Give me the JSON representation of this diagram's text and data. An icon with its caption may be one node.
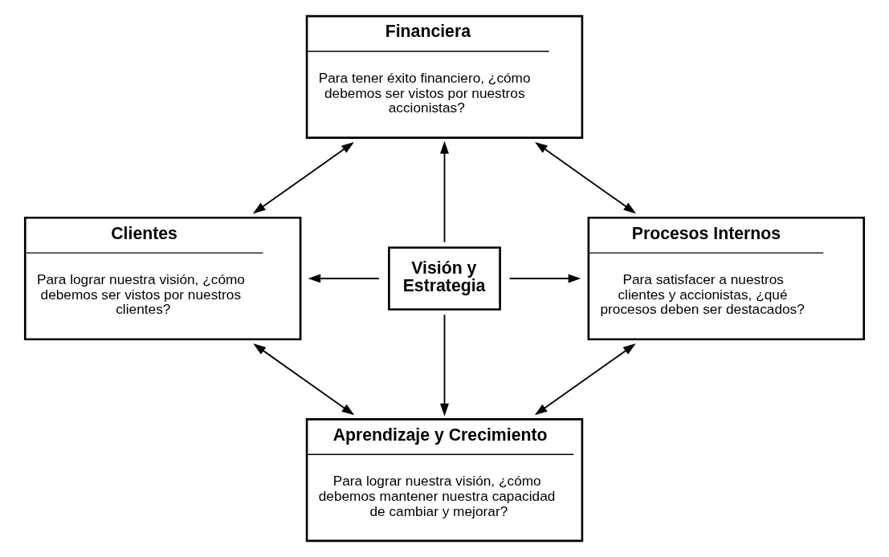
{
  "diagram": {
    "nodes": [
      {
        "text": [
          "Financiera",
          "Para tener éxito financiero, ¿cómo debemos ser vistos por nuestros accionistas?"
        ]
      },
      {
        "text": [
          "Clientes",
          "Para lograr nuestra visión, ¿cómo debemos ser vistos por nuestros clientes?"
        ]
      },
      {
        "text": [
          "Visión y Estrategia"
        ]
      },
      {
        "text": [
          "Procesos Internos",
          "Para satisfacer a nuestros clientes y accionistas, ¿qué procesos deben ser destacados?"
        ]
      },
      {
        "text": [
          "Aprendizaje y Crecimiento",
          "Para lograr nuestra visión, ¿cómo debemos mantener nuestra capacidad de cambiar y mejorar?"
        ]
      }
    ],
    "edges": [
      {
        "from": 2,
        "to": 0,
        "arrow": "to"
      },
      {
        "from": 2,
        "to": 1,
        "arrow": "to"
      },
      {
        "from": 2,
        "to": 3,
        "arrow": "to"
      },
      {
        "from": 2,
        "to": 4,
        "arrow": "to"
      },
      {
        "from": 0,
        "to": 1,
        "arrow": "both"
      },
      {
        "from": 0,
        "to": 3,
        "arrow": "both"
      },
      {
        "from": 1,
        "to": 4,
        "arrow": "both"
      },
      {
        "from": 3,
        "to": 4,
        "arrow": "both"
      }
    ]
  }
}
